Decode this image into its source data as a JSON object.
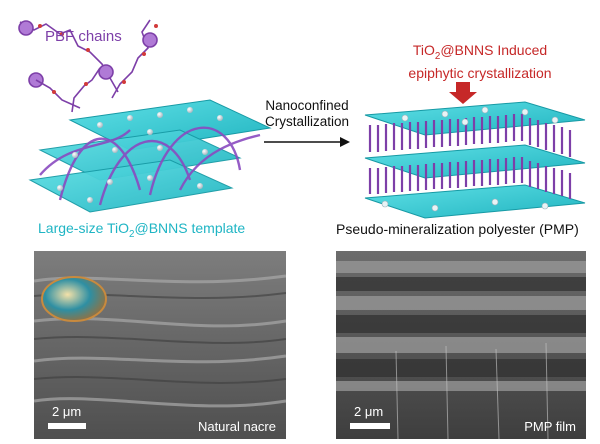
{
  "top_left": {
    "chains_label": "PBF chains",
    "template_label_prefix": "Large-size TiO",
    "template_label_sub": "2",
    "template_label_suffix": "@BNNS template"
  },
  "middle": {
    "line1": "Nanoconfined",
    "line2": "Crystallization"
  },
  "top_right": {
    "induced_prefix": "TiO",
    "induced_sub": "2",
    "induced_suffix": "@BNNS Induced",
    "induced_line2": "epiphytic crystallization",
    "product_label": "Pseudo-mineralization polyester (PMP)"
  },
  "sem_left": {
    "scale": "2 μm",
    "caption": "Natural nacre"
  },
  "sem_right": {
    "scale": "2 μm",
    "caption": "PMP film"
  },
  "colors": {
    "purple": "#7d3fa8",
    "cyan": "#1fb5c4",
    "red": "#c62828",
    "sheet": "#2ec9cf"
  }
}
